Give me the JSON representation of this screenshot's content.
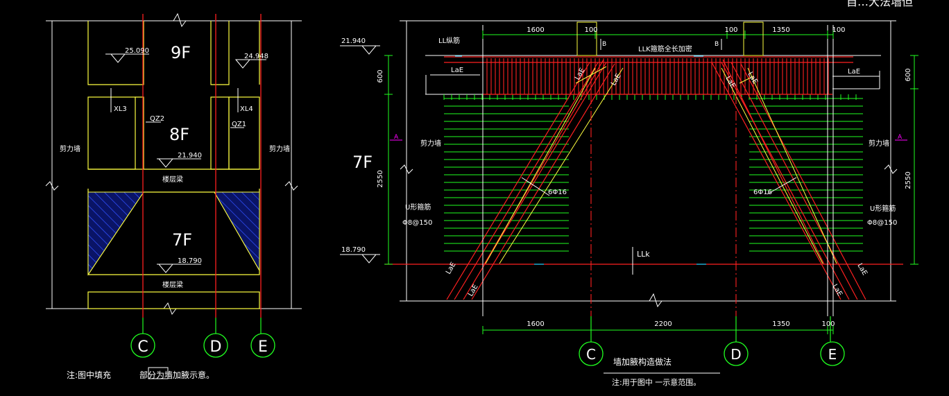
{
  "header_partial": "自…大法墙但",
  "left": {
    "floor_9": "9F",
    "floor_8": "8F",
    "floor_7": "7F",
    "elev_25090": "25.090",
    "elev_24948": "24.948",
    "elev_21940": "21.940",
    "elev_18790": "18.790",
    "xl3": "XL3",
    "xl4": "XL4",
    "qz2": "QZ2",
    "qz1": "QZ1",
    "shear_wall_left": "剪力墙",
    "shear_wall_right": "剪力墙",
    "beam_upper": "楼层梁",
    "beam_lower": "楼层梁",
    "axis_c": "C",
    "axis_d": "D",
    "axis_e": "E",
    "note_prefix": "注:图中填充",
    "note_suffix": "部分为墙加腋示意。"
  },
  "right": {
    "floor_7": "7F",
    "elev_21940": "21.940",
    "elev_18790": "18.790",
    "dim_600_left": "600",
    "dim_600_right": "600",
    "dim_2550_left": "2550",
    "dim_2550_right": "2550",
    "top_dim_1600": "1600",
    "top_dim_100_a": "100",
    "top_dim_100_b": "100",
    "top_dim_1350": "1350",
    "top_dim_100_c": "100",
    "bot_dim_1600": "1600",
    "bot_dim_2200": "2200",
    "bot_dim_1350": "1350",
    "bot_dim_100": "100",
    "ll_rebar": "LL纵筋",
    "llk_rebar": "LLK箍筋全长加密",
    "b_left": "B",
    "b_right": "B",
    "lae": "LaE",
    "shear_wall_left": "剪力墙",
    "shear_wall_right": "剪力墙",
    "a_left": "A",
    "a_right": "A",
    "bar_6c16_left": "6Φ16",
    "bar_6c16_right": "6Φ16",
    "u_stirrup_left": "U形箍筋",
    "u_stirrup_right": "U形箍筋",
    "spacing_left": "Φ8@150",
    "spacing_right": "Φ8@150",
    "llk": "LLk",
    "axis_c": "C",
    "axis_d": "D",
    "axis_e": "E",
    "title": "墙加腋构造做法",
    "note": "注:用于图中    一示意范围。"
  },
  "colors": {
    "background": "#000000",
    "line_white": "#ffffff",
    "line_red": "#ff2020",
    "line_yellow": "#ffff40",
    "line_green": "#20ff20",
    "line_cyan": "#00d0ff",
    "line_magenta": "#ff00ff",
    "hatch_blue": "#1428a0"
  }
}
